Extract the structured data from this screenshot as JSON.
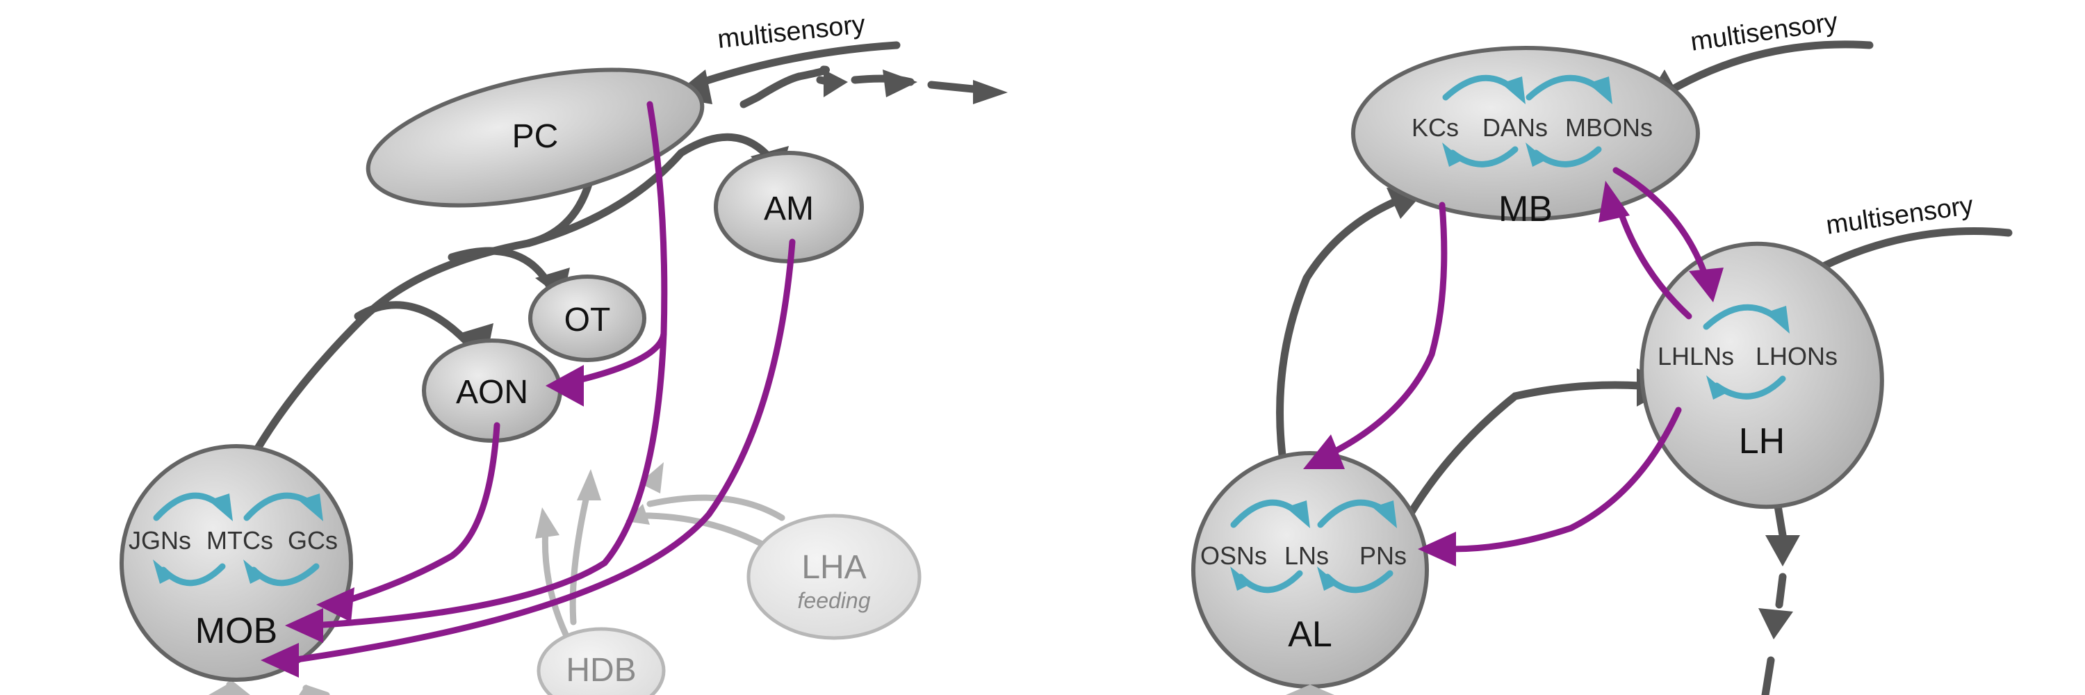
{
  "colors": {
    "node_fill_light": "#e8e8e8",
    "node_fill_dark": "#b4b4b4",
    "node_stroke": "#646464",
    "excitatory_arrow": "#555555",
    "feedback_arrow": "#8b1a8b",
    "local_circuit": "#4aa9c0",
    "faded": "#b7b7b7"
  },
  "left_panel": {
    "nodes": {
      "pc": "PC",
      "am": "AM",
      "ot": "OT",
      "aon": "AON",
      "mob": "MOB",
      "lha": "LHA",
      "lha_sub": "feeding",
      "hdb": "HDB"
    },
    "mob_cells": {
      "jgns": "JGNs",
      "mtcs": "MTCs",
      "gcs": "GCs"
    },
    "multisensory": "multisensory"
  },
  "right_panel": {
    "nodes": {
      "mb": "MB",
      "lh": "LH",
      "al": "AL"
    },
    "mb_cells": {
      "kcs": "KCs",
      "dans": "DANs",
      "mbons": "MBONs"
    },
    "lh_cells": {
      "lhlns": "LHLNs",
      "lhons": "LHONs"
    },
    "al_cells": {
      "osns": "OSNs",
      "lns": "LNs",
      "pns": "PNs"
    },
    "multisensory_mb": "multisensory",
    "multisensory_lh": "multisensory"
  }
}
